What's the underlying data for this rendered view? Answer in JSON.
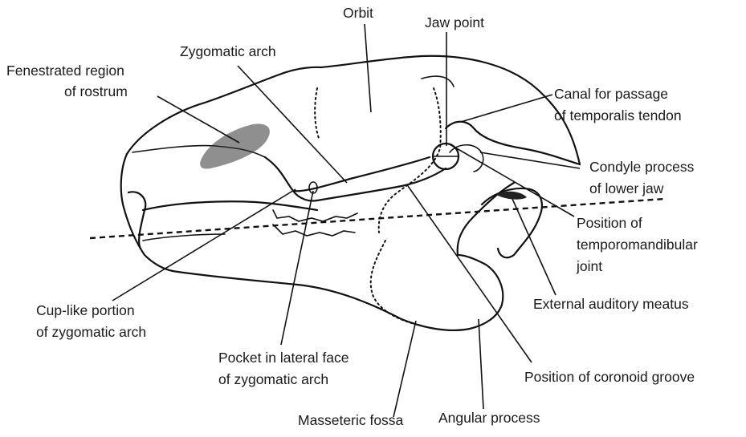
{
  "labels": {
    "orbit": "Orbit",
    "jaw_point": "Jaw point",
    "zygomatic_arch": "Zygomatic arch",
    "fenestrated_1": "Fenestrated region",
    "fenestrated_2": "of rostrum",
    "canal_1": "Canal for passage",
    "canal_2": "of temporalis tendon",
    "condyle_1": "Condyle process",
    "condyle_2": "of lower jaw",
    "tmj_1": "Position of",
    "tmj_2": "temporomandibular",
    "tmj_3": "joint",
    "auditory": "External auditory meatus",
    "cup_1": "Cup-like portion",
    "cup_2": "of zygomatic arch",
    "pocket_1": "Pocket in lateral face",
    "pocket_2": "of zygomatic arch",
    "coronoid": "Position of coronoid groove",
    "masseteric": "Masseteric fossa",
    "angular": "Angular process"
  }
}
